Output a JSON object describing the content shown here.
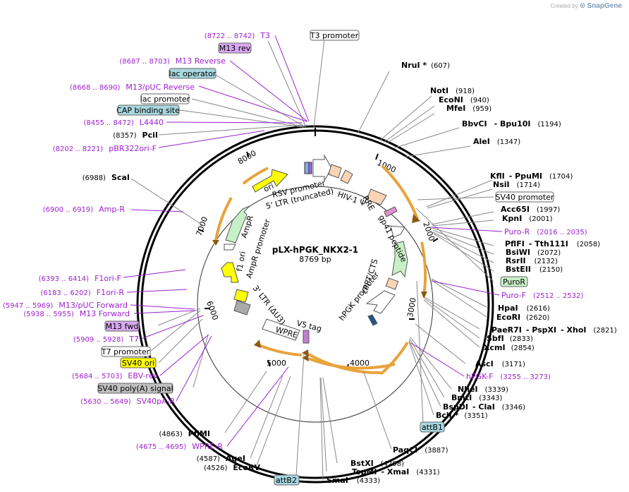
{
  "brand": {
    "created_by": "Created by",
    "name": "SnapGene"
  },
  "plasmid": {
    "name": "pLX-hPGK_NKX2-1",
    "size": "8769 bp"
  },
  "ticks": [
    "1000",
    "2000",
    "3000",
    "4000",
    "5000",
    "6000",
    "7000",
    "8000"
  ],
  "sites_right": [
    {
      "name": "NruI *",
      "pos": "(607)"
    },
    {
      "name": "NotI",
      "pos": "(918)"
    },
    {
      "name": "EcoNI",
      "pos": "(940)"
    },
    {
      "name": "MfeI",
      "pos": "(959)"
    },
    {
      "name": "BbvCI",
      "name2": "- Bpu10I",
      "pos": "(1194)"
    },
    {
      "name": "AleI",
      "pos": "(1347)"
    },
    {
      "name": "KflI",
      "name2": "- PpuMI",
      "pos": "(1704)"
    },
    {
      "name": "NsiI",
      "pos": "(1714)"
    },
    {
      "name": "Acc65I",
      "pos": "(1997)"
    },
    {
      "name": "KpnI",
      "pos": "(2001)"
    },
    {
      "name": "PflFI",
      "name2": "- Tth111I",
      "pos": "(2058)"
    },
    {
      "name": "BsiWI",
      "pos": "(2072)"
    },
    {
      "name": "RsrII",
      "pos": "(2132)"
    },
    {
      "name": "BstEII",
      "pos": "(2150)"
    },
    {
      "name": "HpaI",
      "pos": "(2616)"
    },
    {
      "name": "EcoRI",
      "pos": "(2620)"
    },
    {
      "name": "PaeR7I",
      "name2": "- PspXI",
      "name3": "- XhoI",
      "pos": "(2821)"
    },
    {
      "name": "SbfI",
      "pos": "(2833)"
    },
    {
      "name": "XcmI",
      "pos": "(2854)"
    },
    {
      "name": "AscI",
      "pos": "(3171)"
    },
    {
      "name": "NheI",
      "pos": "(3339)"
    },
    {
      "name": "BmtI",
      "pos": "(3343)"
    },
    {
      "name": "BspDI",
      "name2": "- ClaI",
      "pos": "(3346)"
    },
    {
      "name": "BclI *",
      "pos": "(3351)"
    },
    {
      "name": "PaqCI",
      "pos": "(3887)"
    },
    {
      "name": "BstXI",
      "pos": "(4298)"
    },
    {
      "name": "TspMI",
      "name2": "- XmaI",
      "pos": "(4331)"
    },
    {
      "name": "SmaI",
      "pos": "(4333)"
    }
  ],
  "sites_left": [
    {
      "name": "PciI",
      "pos": "(8357)"
    },
    {
      "name": "ScaI",
      "pos": "(6988)"
    },
    {
      "name": "PflMI",
      "pos": "(4863)"
    },
    {
      "name": "AgeI",
      "pos": "(4587)"
    },
    {
      "name": "EcoRV",
      "pos": "(4526)"
    }
  ],
  "primers": [
    {
      "name": "T3",
      "pos": "(8722 .. 8742)"
    },
    {
      "name": "M13 Reverse",
      "pos": "(8687 .. 8703)"
    },
    {
      "name": "M13/pUC Reverse",
      "pos": "(8668 .. 8690)"
    },
    {
      "name": "L4440",
      "pos": "(8455 .. 8472)"
    },
    {
      "name": "pBR322ori-F",
      "pos": "(8202 .. 8221)"
    },
    {
      "name": "Amp-R",
      "pos": "(6900 .. 6919)"
    },
    {
      "name": "F1ori-F",
      "pos": "(6393 .. 6414)"
    },
    {
      "name": "F1ori-R",
      "pos": "(6183 .. 6202)"
    },
    {
      "name": "M13/pUC Forward",
      "pos": "(5947 .. 5969)"
    },
    {
      "name": "M13 Forward",
      "pos": "(5938 .. 5955)"
    },
    {
      "name": "T7",
      "pos": "(5909 .. 5928)"
    },
    {
      "name": "EBV-rev",
      "pos": "(5684 .. 5703)"
    },
    {
      "name": "SV40pA-R",
      "pos": "(5630 .. 5649)"
    },
    {
      "name": "WPRE-R",
      "pos": "(4675 .. 4695)"
    },
    {
      "name": "Puro-R",
      "pos": "(2016 .. 2035)"
    },
    {
      "name": "Puro-F",
      "pos": "(2512 .. 2532)"
    },
    {
      "name": "hPGK-F",
      "pos": "(3255 .. 3273)"
    }
  ],
  "boxed_labels": [
    {
      "text": "T3 promoter",
      "color": "#ffffff"
    },
    {
      "text": "M13 rev",
      "color": "#d8a8f0"
    },
    {
      "text": "lac operator",
      "color": "#a8d8e0"
    },
    {
      "text": "lac promoter",
      "color": "#ffffff"
    },
    {
      "text": "CAP binding site",
      "color": "#a8d8e0"
    },
    {
      "text": "SV40 promoter",
      "color": "#ffffff"
    },
    {
      "text": "PuroR",
      "color": "#c8f0c8"
    },
    {
      "text": "attB1",
      "color": "#a8d8e0"
    },
    {
      "text": "attB2",
      "color": "#a8d8e0"
    },
    {
      "text": "M13 fwd",
      "color": "#d8a8f0"
    },
    {
      "text": "T7 promoter",
      "color": "#ffffff"
    },
    {
      "text": "SV40 ori",
      "color": "#ffff00"
    },
    {
      "text": "SV40 poly(A) signal",
      "color": "#c0c0c0"
    }
  ],
  "features_inner": [
    "RSV promoter",
    "5' LTR (truncated)",
    "HIV-1 Ψ",
    "RRE",
    "gp41 peptide",
    "cPPT/CTS",
    "hPGK promoter",
    "V5 tag",
    "WPRE",
    "3' LTR (ΔU3)",
    "AmpR promoter",
    "AmpR",
    "ori",
    "f1 ori"
  ]
}
